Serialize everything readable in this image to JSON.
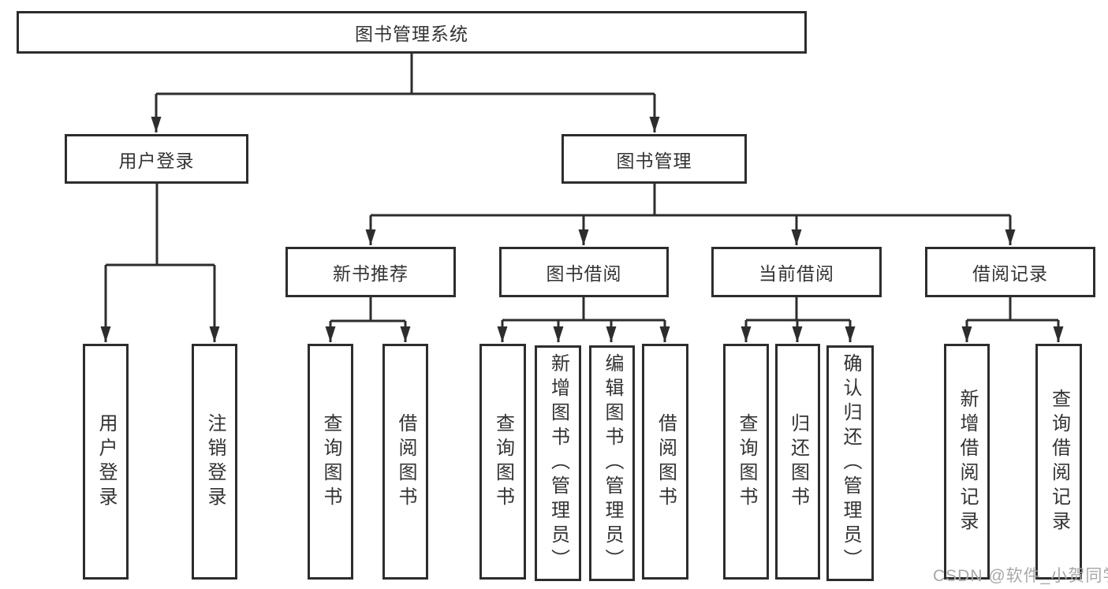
{
  "diagram": {
    "type": "hierarchy-tree",
    "colors": {
      "line": "#2d2d2d",
      "box_border": "#2d2d2d",
      "text": "#333333",
      "background": "#ffffff",
      "watermark_text_color": "#a8a8a8"
    },
    "watermark": "CSDN @软件_小贺同学",
    "nodes": {
      "root": {
        "label": "图书管理系统"
      },
      "user_login": {
        "label": "用户登录"
      },
      "book_mgmt": {
        "label": "图书管理"
      },
      "new_book_rec": {
        "label": "新书推荐"
      },
      "book_borrow": {
        "label": "图书借阅"
      },
      "current_borrow": {
        "label": "当前借阅"
      },
      "borrow_records": {
        "label": "借阅记录"
      },
      "leaf_user_login": {
        "label": "用户登录"
      },
      "leaf_logout": {
        "label": "注销登录"
      },
      "leaf_rec_query": {
        "label": "查询图书"
      },
      "leaf_rec_borrow": {
        "label": "借阅图书"
      },
      "leaf_bb_query": {
        "label": "查询图书"
      },
      "leaf_bb_add": {
        "label": "新增图书（管理员）"
      },
      "leaf_bb_edit": {
        "label": "编辑图书（管理员）"
      },
      "leaf_bb_borrow": {
        "label": "借阅图书"
      },
      "leaf_cb_query": {
        "label": "查询图书"
      },
      "leaf_cb_return": {
        "label": "归还图书"
      },
      "leaf_cb_confirm": {
        "label": "确认归还（管理员）"
      },
      "leaf_br_add": {
        "label": "新增借阅记录"
      },
      "leaf_br_query": {
        "label": "查询借阅记录"
      }
    },
    "edges": [
      {
        "from": "图书管理系统",
        "to": "用户登录"
      },
      {
        "from": "图书管理系统",
        "to": "图书管理"
      },
      {
        "from": "用户登录",
        "to": "用户登录"
      },
      {
        "from": "用户登录",
        "to": "注销登录"
      },
      {
        "from": "图书管理",
        "to": "新书推荐"
      },
      {
        "from": "图书管理",
        "to": "图书借阅"
      },
      {
        "from": "图书管理",
        "to": "当前借阅"
      },
      {
        "from": "图书管理",
        "to": "借阅记录"
      },
      {
        "from": "新书推荐",
        "to": "查询图书"
      },
      {
        "from": "新书推荐",
        "to": "借阅图书"
      },
      {
        "from": "图书借阅",
        "to": "查询图书"
      },
      {
        "from": "图书借阅",
        "to": "新增图书（管理员）"
      },
      {
        "from": "图书借阅",
        "to": "编辑图书（管理员）"
      },
      {
        "from": "图书借阅",
        "to": "借阅图书"
      },
      {
        "from": "当前借阅",
        "to": "查询图书"
      },
      {
        "from": "当前借阅",
        "to": "归还图书"
      },
      {
        "from": "当前借阅",
        "to": "确认归还（管理员）"
      },
      {
        "from": "借阅记录",
        "to": "新增借阅记录"
      },
      {
        "from": "借阅记录",
        "to": "查询借阅记录"
      }
    ]
  }
}
